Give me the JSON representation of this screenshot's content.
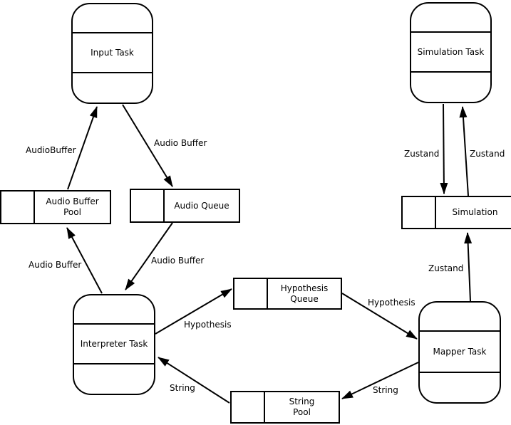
{
  "canvas": {
    "background_color": "#ffffff",
    "line_color": "#000000",
    "text_color": "#000000"
  },
  "nodes": {
    "input_task": {
      "type": "task",
      "label": "Input Task"
    },
    "simulation_task": {
      "type": "task",
      "label": "Simulation Task"
    },
    "interpreter_task": {
      "type": "task",
      "label": "Interpreter Task"
    },
    "mapper_task": {
      "type": "task",
      "label": "Mapper Task"
    },
    "audio_buffer_pool": {
      "type": "store",
      "label": "Audio Buffer Pool",
      "lines": [
        "Audio Buffer",
        "Pool"
      ]
    },
    "audio_queue": {
      "type": "store",
      "label": "Audio Queue",
      "lines": [
        "Audio Queue"
      ]
    },
    "simulation": {
      "type": "store",
      "label": "Simulation",
      "lines": [
        "Simulation"
      ]
    },
    "hypothesis_queue": {
      "type": "store",
      "label": "Hypothesis Queue",
      "lines": [
        "Hypothesis",
        "Queue"
      ]
    },
    "string_pool": {
      "type": "store",
      "label": "String Pool",
      "lines": [
        "String",
        "Pool"
      ]
    }
  },
  "edges": [
    {
      "from": "audio_buffer_pool",
      "to": "input_task",
      "label": "AudioBuffer"
    },
    {
      "from": "input_task",
      "to": "audio_queue",
      "label": "Audio Buffer"
    },
    {
      "from": "interpreter_task",
      "to": "audio_buffer_pool",
      "label": "Audio Buffer"
    },
    {
      "from": "audio_queue",
      "to": "interpreter_task",
      "label": "Audio Buffer"
    },
    {
      "from": "interpreter_task",
      "to": "hypothesis_queue",
      "label": "Hypothesis"
    },
    {
      "from": "hypothesis_queue",
      "to": "mapper_task",
      "label": "Hypothesis"
    },
    {
      "from": "simulation_task",
      "to": "simulation",
      "label": "Zustand"
    },
    {
      "from": "simulation",
      "to": "simulation_task",
      "label": "Zustand"
    },
    {
      "from": "mapper_task",
      "to": "simulation",
      "label": "Zustand"
    },
    {
      "from": "mapper_task",
      "to": "string_pool",
      "label": "String"
    },
    {
      "from": "string_pool",
      "to": "interpreter_task",
      "label": "String"
    }
  ]
}
